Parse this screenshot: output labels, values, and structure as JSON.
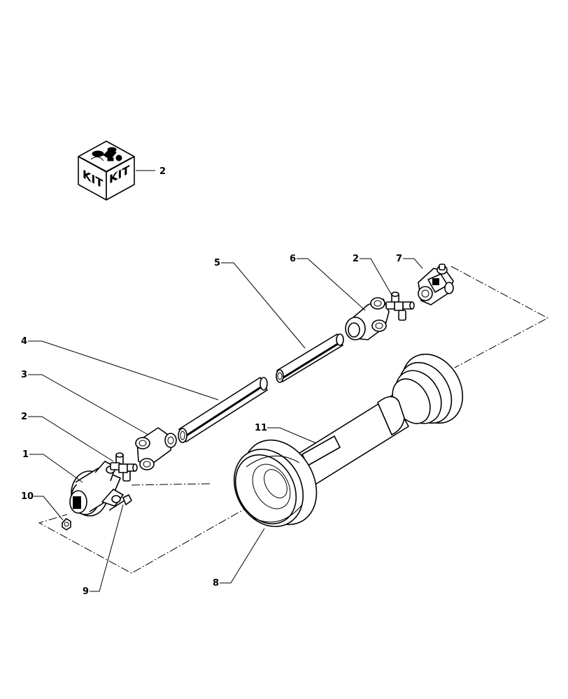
{
  "kit": {
    "label_left": "KIT",
    "label_right": "KIT",
    "callout": "2"
  },
  "callouts": {
    "c1": "1",
    "c2_top": "2",
    "c2_left": "2",
    "c3": "3",
    "c4": "4",
    "c5": "5",
    "c6": "6",
    "c7": "7",
    "c8": "8",
    "c9": "9",
    "c10": "10",
    "c11": "11"
  }
}
